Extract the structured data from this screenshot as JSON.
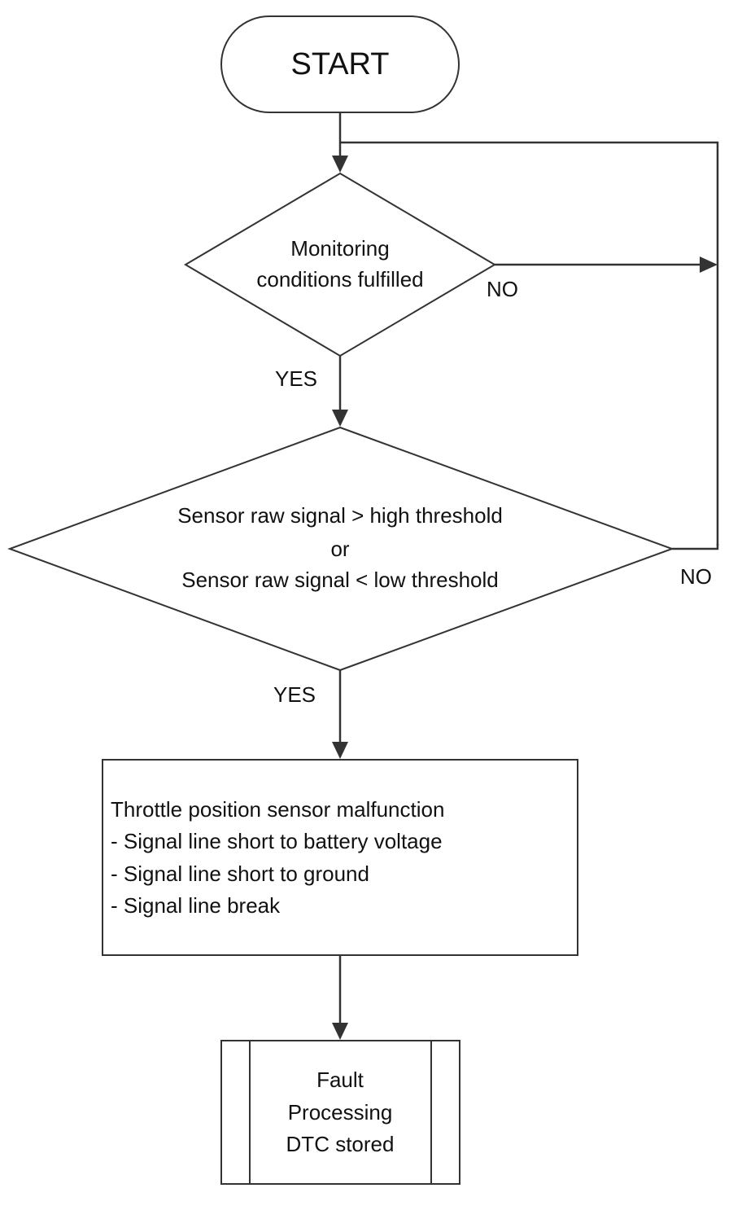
{
  "nodes": {
    "start": {
      "label": "START"
    },
    "decision1": {
      "lines": [
        "Monitoring",
        "conditions fulfilled"
      ]
    },
    "decision2": {
      "lines": [
        "Sensor raw signal > high threshold",
        "or",
        "Sensor raw signal < low threshold"
      ]
    },
    "process": {
      "lines": [
        "Throttle position sensor malfunction",
        "- Signal line short to battery voltage",
        "- Signal line short to ground",
        "- Signal line break"
      ]
    },
    "subprocess": {
      "lines": [
        "Fault",
        "Processing",
        "DTC stored"
      ]
    }
  },
  "edges": {
    "decision1_yes": "YES",
    "decision1_no": "NO",
    "decision2_yes": "YES",
    "decision2_no": "NO"
  }
}
